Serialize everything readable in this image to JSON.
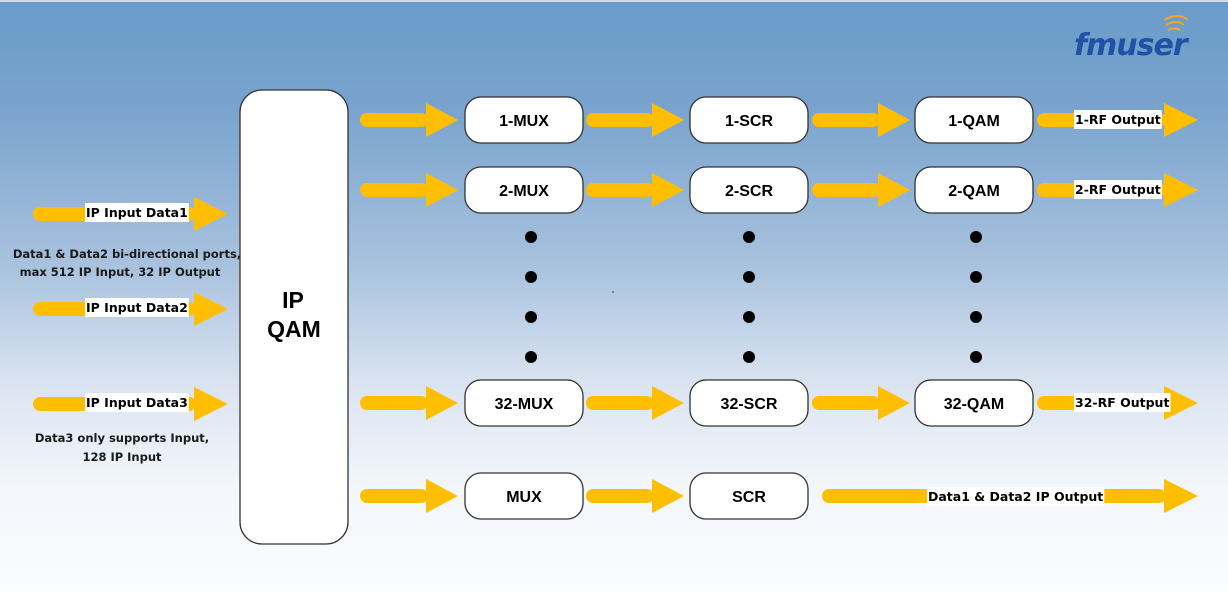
{
  "logo": {
    "text": "fmuser",
    "color": "#1f52a5",
    "accent_color": "#f5a623"
  },
  "colors": {
    "arrow": "#ffbf00",
    "box_fill": "#ffffff",
    "box_stroke": "#333333",
    "text": "#000000"
  },
  "inputs": [
    {
      "label": "IP Input Data1"
    },
    {
      "label": "IP Input Data2"
    },
    {
      "label": "IP Input Data3"
    }
  ],
  "notes": {
    "data12": [
      "Data1 & Data2 bi-directional ports,",
      "max 512 IP Input, 32 IP Output"
    ],
    "data3": [
      "Data3 only supports Input,",
      "128 IP Input"
    ]
  },
  "core": {
    "line1": "IP",
    "line2": "QAM"
  },
  "channels": [
    {
      "mux": "1-MUX",
      "scr": "1-SCR",
      "qam": "1-QAM",
      "output": "1-RF Output"
    },
    {
      "mux": "2-MUX",
      "scr": "2-SCR",
      "qam": "2-QAM",
      "output": "2-RF Output"
    },
    {
      "mux": "32-MUX",
      "scr": "32-SCR",
      "qam": "32-QAM",
      "output": "32-RF Output"
    }
  ],
  "ip_path": {
    "mux": "MUX",
    "scr": "SCR",
    "output": "Data1 & Data2 IP Output"
  },
  "ellipsis_dots_per_column": 4
}
